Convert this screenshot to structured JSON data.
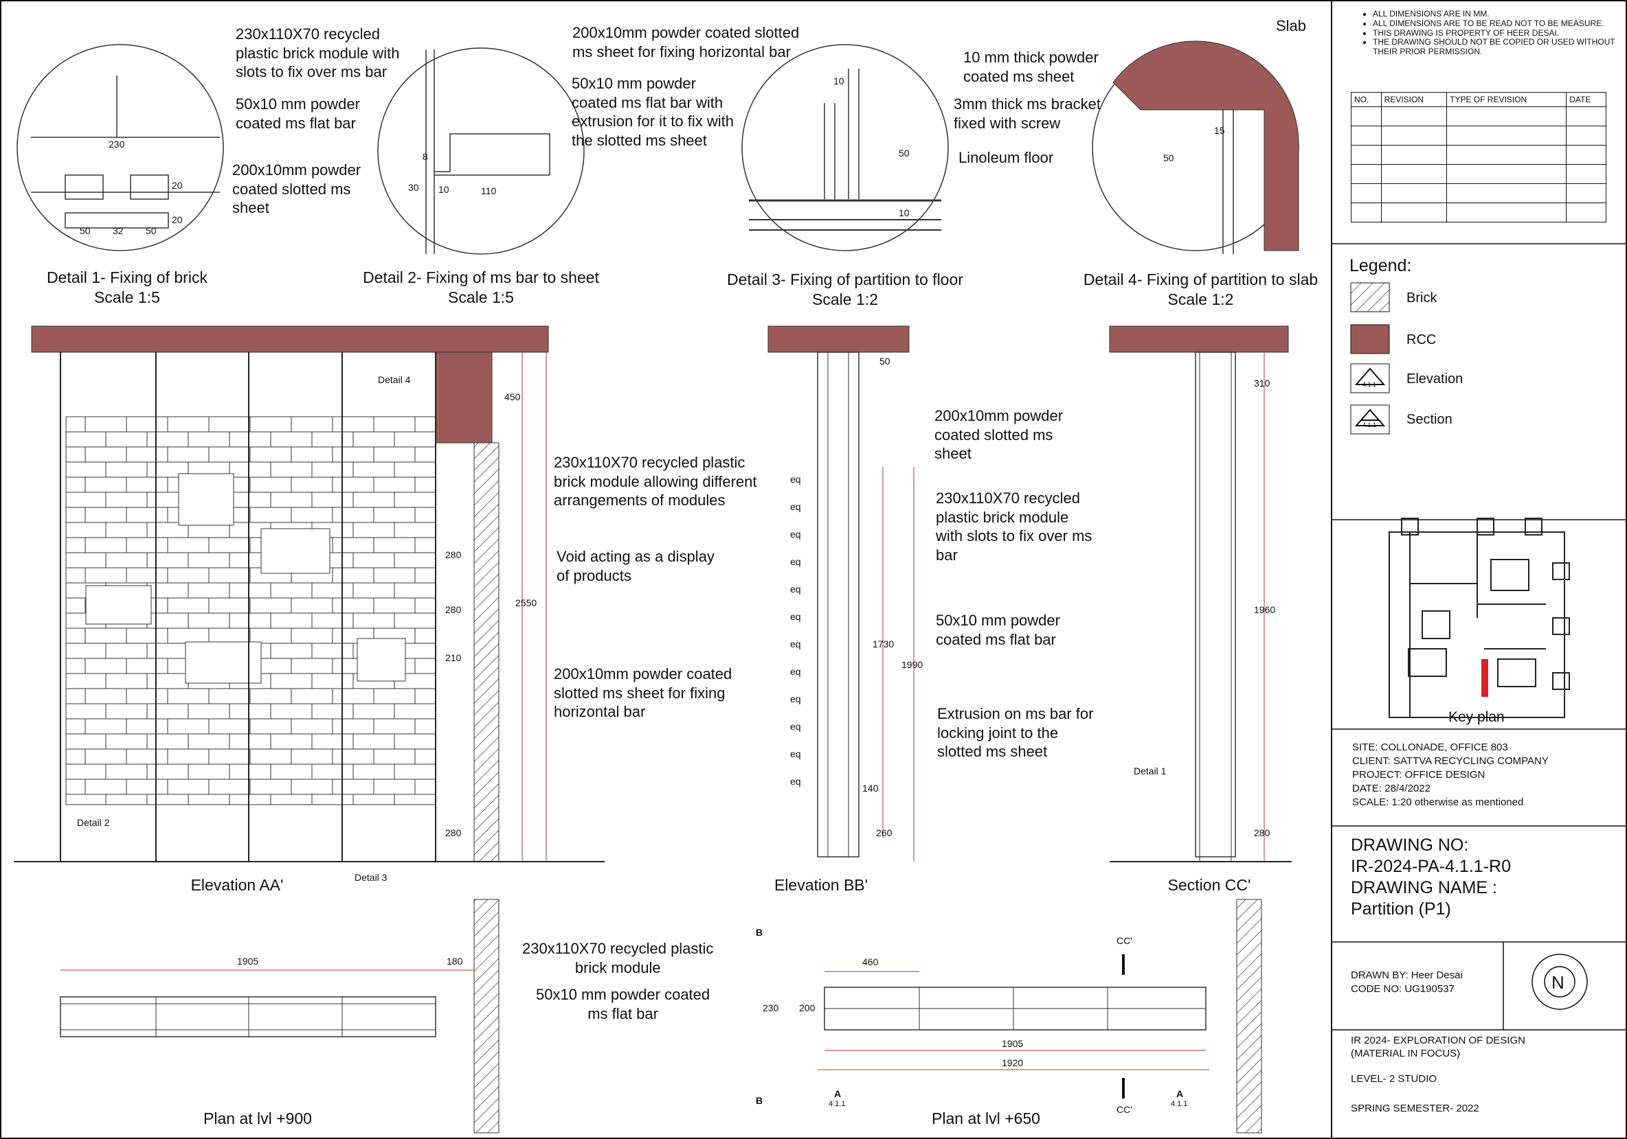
{
  "notes": [
    "ALL DIMENSIONS ARE IN MM.",
    "ALL DIMENSIONS ARE TO BE READ NOT TO BE MEASURE.",
    "THIS DRAWING IS PROPERTY OF HEER DESAI.",
    "THE DRAWING SHOULD NOT BE COPIED OR USED WITHOUT THEIR PRIOR PERMISSION."
  ],
  "revision_table": {
    "headers": [
      "NO.",
      "REVISION",
      "TYPE OF REVISION",
      "DATE"
    ],
    "empty_rows": 6
  },
  "legend": {
    "title": "Legend:",
    "items": [
      {
        "label": "Brick",
        "symbol": "hatch-swatch-icon"
      },
      {
        "label": "RCC",
        "symbol": "rcc-swatch-icon"
      },
      {
        "label": "Elevation",
        "symbol": "elevation-marker-icon",
        "code": "4.1.1"
      },
      {
        "label": "Section",
        "symbol": "section-marker-icon",
        "code": "4.1.1"
      }
    ]
  },
  "key_plan": {
    "label": "Key plan"
  },
  "site_info": [
    "SITE: COLLONADE, OFFICE 803",
    "CLIENT: SATTVA RECYCLING COMPANY",
    "PROJECT: OFFICE DESIGN",
    "DATE: 28/4/2022",
    "SCALE: 1:20 otherwise as mentioned"
  ],
  "drawing": {
    "no_label": "DRAWING NO:",
    "no": "IR-2024-PA-4.1.1-R0",
    "name_label": "DRAWING NAME :",
    "name": "Partition (P1)"
  },
  "author": {
    "drawn_by": "DRAWN BY: Heer Desai",
    "code": "CODE NO: UG190537",
    "north": "N"
  },
  "course": {
    "title": "IR 2024- EXPLORATION OF DESIGN\n(MATERIAL IN FOCUS)",
    "level": "LEVEL- 2 STUDIO",
    "semester": "SPRING SEMESTER- 2022"
  },
  "details": {
    "d1": {
      "caption": "Detail 1- Fixing of brick\nScale 1:5",
      "notes": [
        "230x110X70 recycled\nplastic brick module with\nslots to fix over ms bar",
        "50x10 mm powder\ncoated ms flat bar",
        "200x10mm powder\ncoated slotted ms\nsheet"
      ],
      "dims": [
        "230",
        "50",
        "32",
        "50",
        "20",
        "20"
      ]
    },
    "d2": {
      "caption": "Detail 2- Fixing of ms bar to sheet\nScale 1:5",
      "notes": [
        "200x10mm powder coated slotted\nms sheet for fixing horizontal bar",
        "50x10 mm powder\ncoated ms flat bar with\nextrusion for it to fix with\nthe slotted ms sheet"
      ],
      "dims": [
        "8",
        "30",
        "10",
        "110"
      ]
    },
    "d3": {
      "caption": "Detail 3- Fixing of partition to floor\nScale 1:2",
      "notes": [
        "10 mm thick powder\ncoated ms sheet",
        "3mm thick ms bracket\nfixed with screw",
        "Linoleum floor"
      ],
      "dims": [
        "10",
        "50",
        "10"
      ]
    },
    "d4": {
      "caption": "Detail 4- Fixing of partition to slab\nScale 1:2",
      "notes": [
        "Slab"
      ],
      "dims": [
        "15",
        "50"
      ]
    }
  },
  "elevation_aa": {
    "caption": "Elevation AA'",
    "notes": [
      "230x110X70 recycled plastic\nbrick module allowing different\narrangements of modules",
      "Void acting as a display\nof products",
      "200x10mm powder coated\nslotted ms sheet for fixing\nhorizontal bar"
    ],
    "dims": [
      "450",
      "280",
      "280",
      "210",
      "280",
      "2550"
    ],
    "callouts": [
      "Detail 4",
      "Detail 2",
      "Detail 3"
    ]
  },
  "elevation_bb": {
    "caption": "Elevation BB'",
    "notes": [
      "200x10mm powder\ncoated slotted ms\nsheet",
      "230x110X70 recycled\nplastic brick module\nwith slots to fix over ms\nbar",
      "50x10 mm powder\ncoated ms flat bar",
      "Extrusion on ms bar for\nlocking joint to the\nslotted ms sheet"
    ],
    "dims": [
      "50",
      "1730",
      "1990",
      "140",
      "260"
    ],
    "eq_label": "eq",
    "eq_count": 12
  },
  "section_cc": {
    "caption": "Section CC'",
    "dims": [
      "310",
      "1960",
      "280"
    ],
    "callouts": [
      "Detail 1"
    ]
  },
  "plan_900": {
    "caption": "Plan at lvl +900",
    "notes": [
      "230x110X70 recycled plastic\nbrick module",
      "50x10 mm powder coated\nms flat bar"
    ],
    "dims": [
      "1905",
      "180"
    ]
  },
  "plan_650": {
    "caption": "Plan at lvl +650",
    "dims": [
      "460",
      "230",
      "200",
      "1905",
      "1920"
    ],
    "markers": [
      "B",
      "CC'",
      "A",
      "4.1.1"
    ]
  },
  "colors": {
    "rcc": "#9b5a57",
    "dim": "#b23a3a",
    "line": "#222222",
    "key_red": "#e02020"
  }
}
